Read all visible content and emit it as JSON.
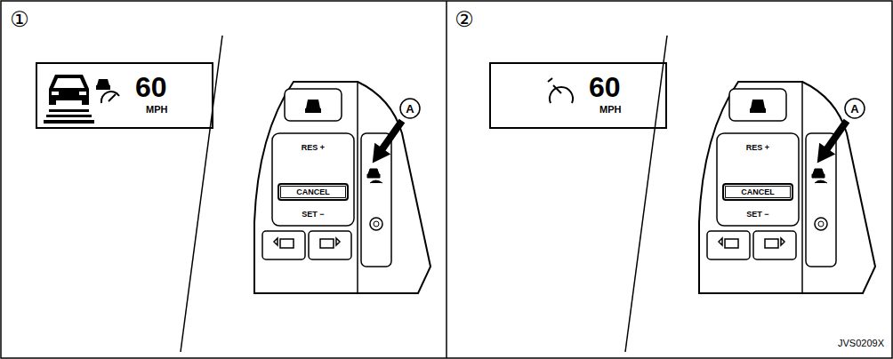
{
  "diagram": {
    "nodes": [
      {
        "text": [
          "60",
          "MPH"
        ]
      },
      {
        "text": [
          "CANCEL"
        ]
      },
      {
        "text": [
          "60",
          "MPH"
        ]
      },
      {
        "text": [
          "CANCEL"
        ]
      }
    ],
    "labels": [
      "①",
      "A",
      "RES +",
      "SET −",
      "②",
      "A",
      "RES +",
      "SET −",
      "JVS0209X"
    ]
  }
}
